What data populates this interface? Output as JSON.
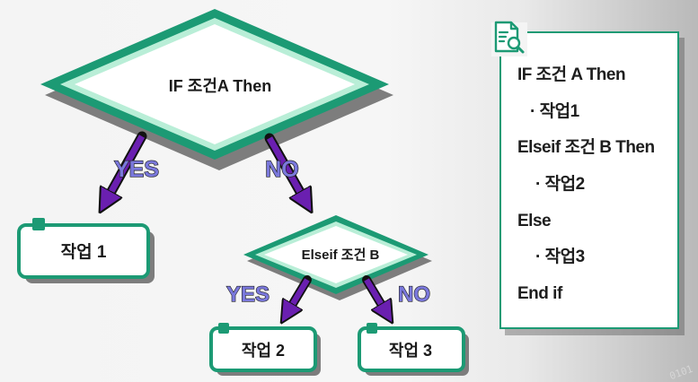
{
  "diagram": {
    "main_condition": "IF 조건A Then",
    "yes_label_1": "YES",
    "no_label_1": "NO",
    "task1": "작업 1",
    "sub_condition": "Elseif 조건 B",
    "yes_label_2": "YES",
    "no_label_2": "NO",
    "task2": "작업 2",
    "task3": "작업 3"
  },
  "code_panel": {
    "icon": "document-search-icon",
    "lines": [
      "IF 조건 A Then",
      "· 작업1",
      "Elseif 조건 B Then",
      "· 작업2",
      "Else",
      "· 작업3",
      "End if"
    ]
  },
  "decoration": {
    "binary_text": "0101"
  },
  "colors": {
    "teal": "#1c9a74",
    "mint": "#b9eed7",
    "arrow_purple": "#6a1fb0",
    "arrow_label": "#7a78dc",
    "shadow": "#7a7a7a"
  }
}
